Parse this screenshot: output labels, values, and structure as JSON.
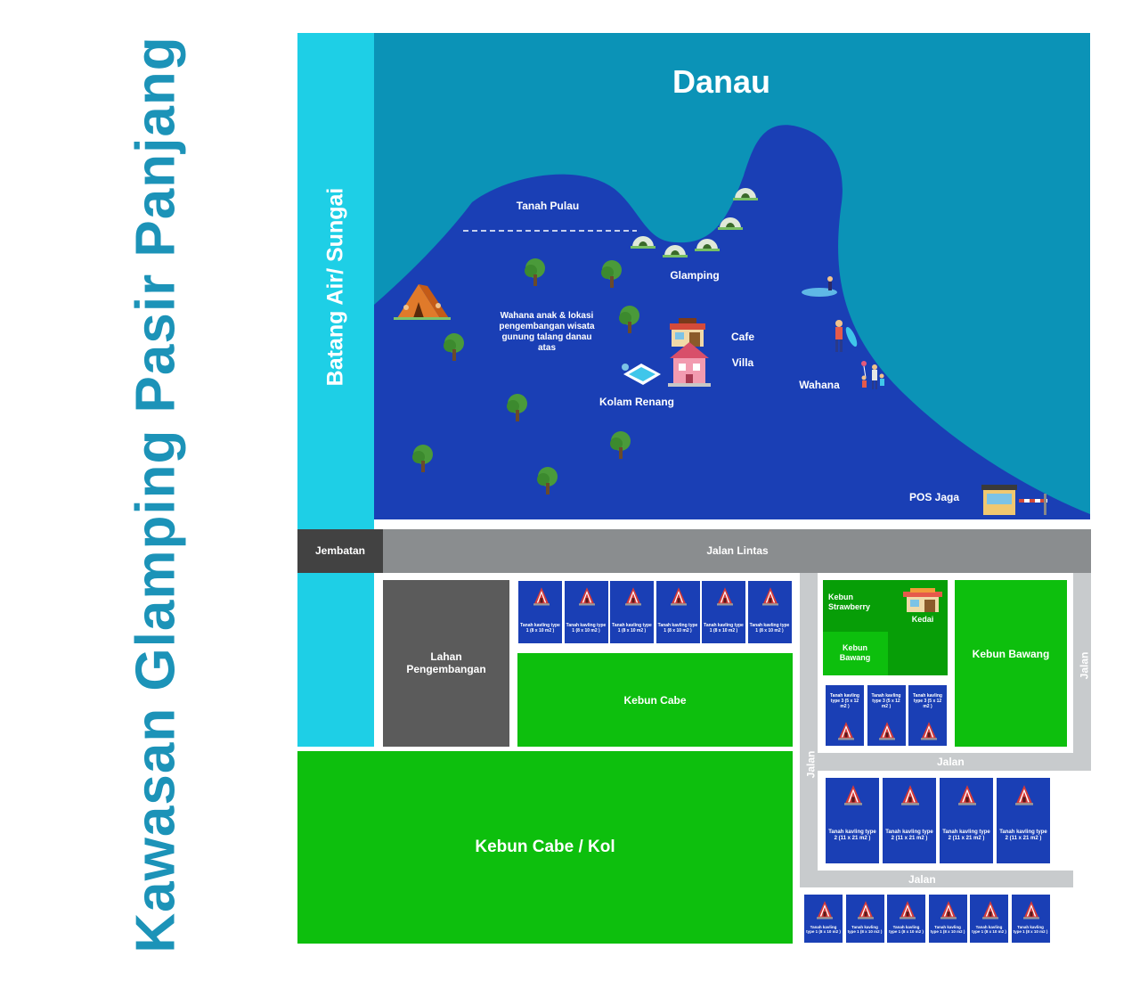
{
  "title": "Kawasan Glamping Pasir Panjang",
  "lake": {
    "label": "Danau"
  },
  "river": {
    "label": "Batang Air/ Sungai"
  },
  "island": {
    "label": "Tanah Pulau"
  },
  "places": {
    "glamping": "Glamping",
    "wahana_anak": "Wahana anak & lokasi pengembangan wisata gunung talang danau atas",
    "cafe": "Cafe",
    "villa": "Villa",
    "kolam": "Kolam Renang",
    "wahana": "Wahana",
    "pos": "POS Jaga"
  },
  "roads": {
    "jembatan": "Jembatan",
    "jalan_lintas": "Jalan Lintas",
    "jalan": "Jalan"
  },
  "zones": {
    "lahan": "Lahan Pengembangan",
    "kebun_cabe": "Kebun Cabe",
    "kebun_cabe_kol": "Kebun Cabe / Kol",
    "kebun_strawberry": "Kebun Strawberry",
    "kedai": "Kedai",
    "kebun_bawang_small": "Kebun Bawang",
    "kebun_bawang": "Kebun Bawang"
  },
  "plots": {
    "type1": "Tanah kavling type 1 (8 x 10 m2 )",
    "type2": "Tanah kavling type 2 (11 x 21 m2 )",
    "type3": "Tanah kavling type 3 (5 x 12 m2 )"
  },
  "colors": {
    "title": "#1c93b8",
    "lake": "#0b93b7",
    "land": "#1a3fb5",
    "river": "#1ecfe6",
    "road": "#8a8d8f",
    "bridge": "#424242",
    "garden": "#0dbf0d",
    "garden_dark": "#079e07",
    "development": "#5b5b5b",
    "side_road": "#c8cbcd"
  },
  "icons": [
    "tent-icon",
    "tree-icon",
    "glamping-dome-icon",
    "cafe-icon",
    "villa-icon",
    "pool-icon",
    "people-icon",
    "guard-post-icon",
    "cabin-icon",
    "shop-icon"
  ]
}
